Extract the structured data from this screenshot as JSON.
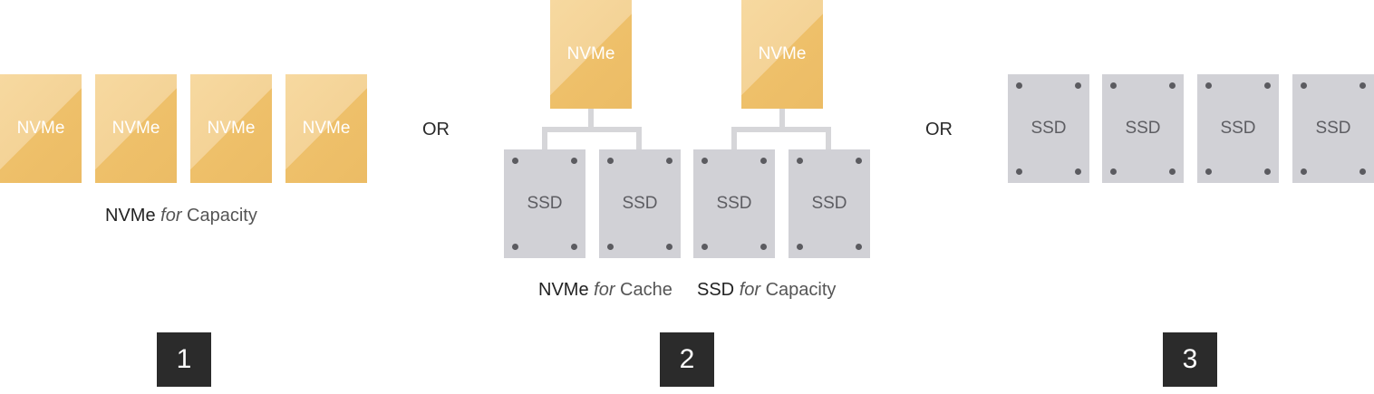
{
  "options": [
    {
      "number": "1",
      "drives": [
        "NVMe",
        "NVMe",
        "NVMe",
        "NVMe"
      ],
      "caption": {
        "a_strong": "NVMe",
        "a_for": "for",
        "a_role": "Capacity"
      }
    },
    {
      "number": "2",
      "cache_drives": [
        "NVMe",
        "NVMe"
      ],
      "capacity_drives": [
        "SSD",
        "SSD",
        "SSD",
        "SSD"
      ],
      "caption": {
        "a_strong": "NVMe",
        "a_for": "for",
        "a_role": "Cache",
        "b_strong": "SSD",
        "b_for": "for",
        "b_role": "Capacity"
      }
    },
    {
      "number": "3",
      "drives": [
        "SSD",
        "SSD",
        "SSD",
        "SSD"
      ]
    }
  ],
  "separator": "OR",
  "colors": {
    "nvme": "#f4d397",
    "ssd": "#d1d1d6",
    "badge": "#2b2b2b"
  }
}
